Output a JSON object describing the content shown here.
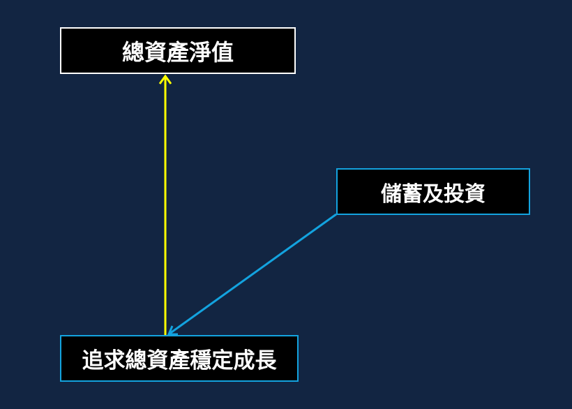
{
  "diagram": {
    "background_color": "#122542",
    "nodes": {
      "total_net_asset_value": {
        "label": "總資產淨值",
        "border_color": "#ffffff"
      },
      "savings_and_investment": {
        "label": "儲蓄及投資",
        "border_color": "#13a3df"
      },
      "stable_asset_growth": {
        "label": "追求總資產穩定成長",
        "border_color": "#13a3df"
      }
    },
    "edges": [
      {
        "from": "stable_asset_growth",
        "to": "total_net_asset_value",
        "color": "#ffff00"
      },
      {
        "from": "savings_and_investment",
        "to": "stable_asset_growth",
        "color": "#13a3df"
      }
    ]
  }
}
